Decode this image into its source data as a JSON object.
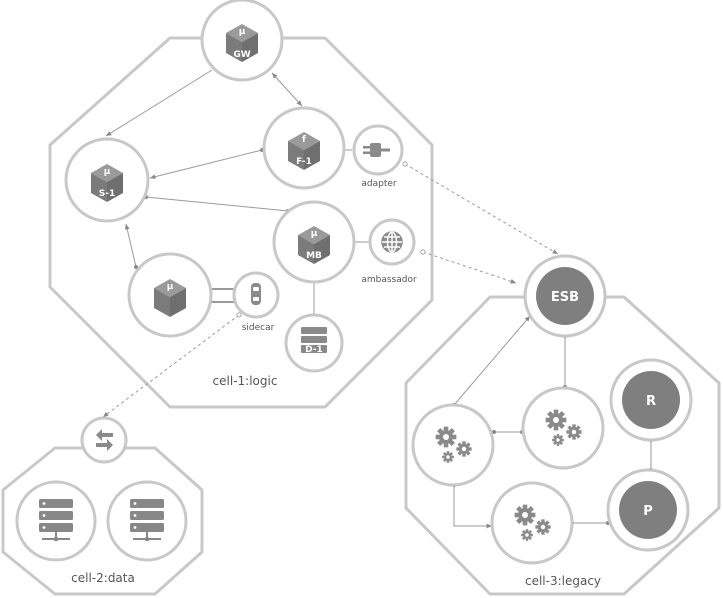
{
  "cells": {
    "logic": "cell-1:logic",
    "data": "cell-2:data",
    "legacy": "cell-3:legacy"
  },
  "nodes": {
    "gateway": {
      "glyph": "μ",
      "label": "GW"
    },
    "function": {
      "glyph": "f",
      "label": "F-1"
    },
    "service": {
      "glyph": "μ",
      "label": "S-1"
    },
    "message_broker": {
      "glyph": "μ",
      "label": "MB"
    },
    "microservice": {
      "glyph": "μ"
    },
    "database": {
      "label": "D-1"
    },
    "esb": {
      "label": "ESB"
    },
    "r_node": {
      "label": "R"
    },
    "p_node": {
      "label": "P"
    }
  },
  "labels": {
    "adapter": "adapter",
    "ambassador": "ambassador",
    "sidecar": "sidecar"
  },
  "icons": {
    "adapter": "plug-icon",
    "ambassador": "globe-icon",
    "sidecar": "car-icon",
    "transfer": "swap-arrows-icon",
    "server": "server-icon",
    "gears": "gears-icon",
    "database": "database-icon",
    "cube": "cube-icon"
  },
  "colors": {
    "stroke": "#c8c8c8",
    "fill": "#8a8a8a",
    "dark_fill": "#7f7f7f",
    "line": "#9a9a9a"
  }
}
